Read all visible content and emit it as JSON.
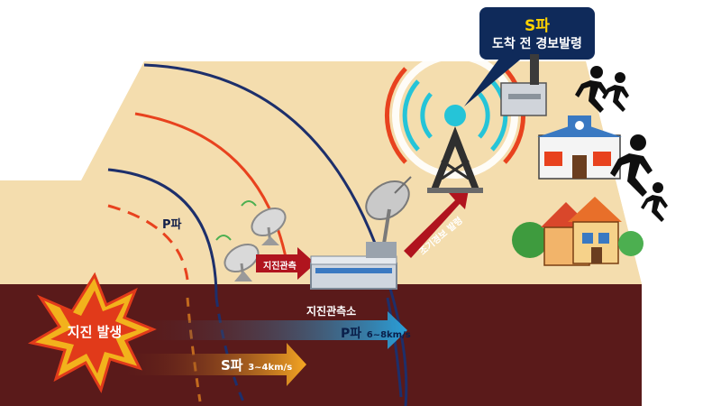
{
  "callout": {
    "title": "S파",
    "subtitle": "도착 전 경보발령"
  },
  "labels": {
    "p_wave": "P파",
    "station": "지진관측소",
    "earthquake": "지진 발생",
    "p_speed_main": "P파",
    "p_speed_detail": "6~8km/s",
    "s_speed_main": "S파",
    "s_speed_detail": "3~4km/s",
    "observation": "지진관측",
    "early_warning": "조기경보 발령"
  },
  "icons": [
    "radio-tower-icon",
    "satellite-dish-icon",
    "observation-dish-icon",
    "running-person-icon",
    "school-building-icon",
    "house-icon",
    "factory-icon",
    "explosion-icon"
  ],
  "colors": {
    "ground_top": "#f4ddae",
    "ground_side": "#5a1a1a",
    "p_wave": "#1d2f6b",
    "s_wave": "#e8421e",
    "callout_bg": "#0f2a5a",
    "arrow_p": "#2a9fd8",
    "arrow_s": "#f5a623",
    "warning_arrow": "#b0141e"
  }
}
